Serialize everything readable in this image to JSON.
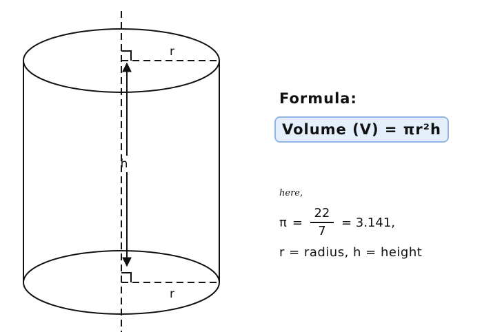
{
  "diagram": {
    "radius_label_top": "r",
    "radius_label_bottom": "r",
    "height_label": "h"
  },
  "formula": {
    "title": "Formula:",
    "expression": "Volume (V) = πr²h"
  },
  "notes": {
    "here": "here,",
    "pi_symbol": "π",
    "equals": "=",
    "numerator": "22",
    "denominator": "7",
    "pi_value": "= 3.141,",
    "definitions": "r = radius, h = height"
  }
}
